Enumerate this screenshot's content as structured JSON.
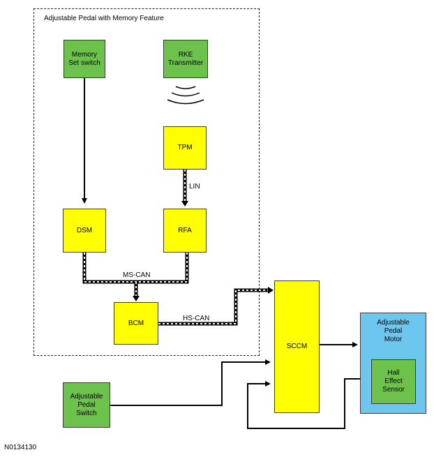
{
  "frame": {
    "title": "Adjustable Pedal with Memory Feature"
  },
  "nodes": {
    "memory_switch": {
      "label": "Memory\nSet switch",
      "color": "#6cc24a"
    },
    "rke": {
      "label": "RKE\nTransmitter",
      "color": "#6cc24a"
    },
    "tpm": {
      "label": "TPM",
      "color": "#ffff00"
    },
    "dsm": {
      "label": "DSM",
      "color": "#ffff00"
    },
    "rfa": {
      "label": "RFA",
      "color": "#ffff00"
    },
    "bcm": {
      "label": "BCM",
      "color": "#ffff00"
    },
    "sccm": {
      "label": "SCCM",
      "color": "#ffff00"
    },
    "pedal_switch": {
      "label": "Adjustable\nPedal\nSwitch",
      "color": "#6cc24a"
    },
    "pedal_motor": {
      "label": "Adjustable\nPedal\nMotor",
      "color": "#6cc6ee"
    },
    "hall_sensor": {
      "label": "Hall\nEffect\nSensor",
      "color": "#6cc24a"
    }
  },
  "bus_labels": {
    "lin": "LIN",
    "ms_can": "MS-CAN",
    "hs_can": "HS-CAN"
  },
  "figure_id": "N0134130"
}
